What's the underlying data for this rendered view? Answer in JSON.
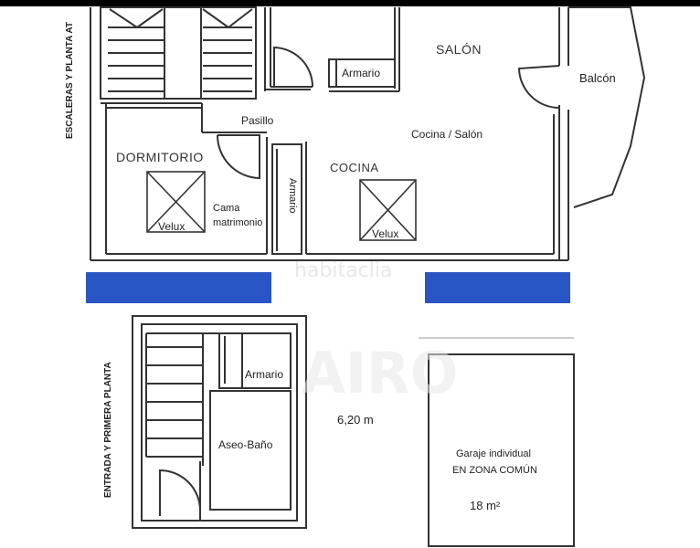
{
  "labels": {
    "salon": "SALÓN",
    "armario_top": "Armario",
    "balcon": "Balcón",
    "pasillo": "Pasillo",
    "cocina_salon": "Cocina / Salón",
    "dormitorio": "DORMITORIO",
    "cocina": "COCINA",
    "cama_line1": "Cama",
    "cama_line2": "matrimonio",
    "armario_vertical": "Armario",
    "velux_1": "Velux",
    "velux_2": "Velux",
    "vertical_top": "ESCALERAS Y PLANTA AT",
    "vertical_bottom": "ENTRADA Y PRIMERA PLANTA",
    "armario_lower": "Armario",
    "aseo": "Aseo-Baño",
    "dimension": "6,20 m",
    "garaje_line1": "Garaje individual",
    "garaje_line2": "EN ZONA COMÚN",
    "garaje_area": "18 m²"
  },
  "watermark": {
    "brand": "habitaclia",
    "agency": "AIRO"
  },
  "colors": {
    "wall": "#333333",
    "band": "#2a55c4",
    "background": "#ffffff",
    "frame": "#000000"
  }
}
